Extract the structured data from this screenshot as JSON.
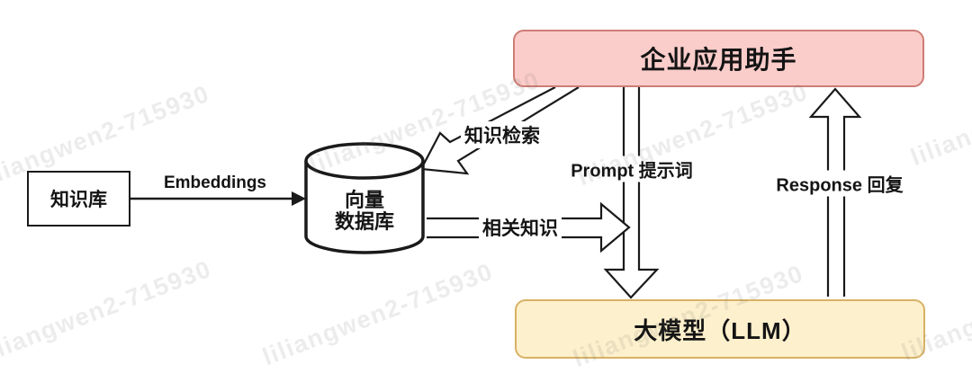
{
  "watermark": {
    "text": "liliangwen2-715930"
  },
  "nodes": {
    "knowledge_base": {
      "label": "知识库"
    },
    "vector_db": {
      "label_line1": "向量",
      "label_line2": "数据库"
    },
    "assistant": {
      "label": "企业应用助手",
      "fill": "#fbcdca",
      "border": "#cd7d76"
    },
    "llm": {
      "label": "大模型（LLM）",
      "fill": "#fdf0cc",
      "border": "#d8b264"
    }
  },
  "edges": {
    "embeddings": {
      "label": "Embeddings"
    },
    "knowledge_retrieval": {
      "label": "知识检索"
    },
    "related_knowledge": {
      "label": "相关知识"
    },
    "prompt": {
      "label": "Prompt 提示词"
    },
    "response": {
      "label": "Response 回复"
    }
  },
  "colors": {
    "stroke": "#1a1a1a",
    "background": "#ffffff"
  }
}
